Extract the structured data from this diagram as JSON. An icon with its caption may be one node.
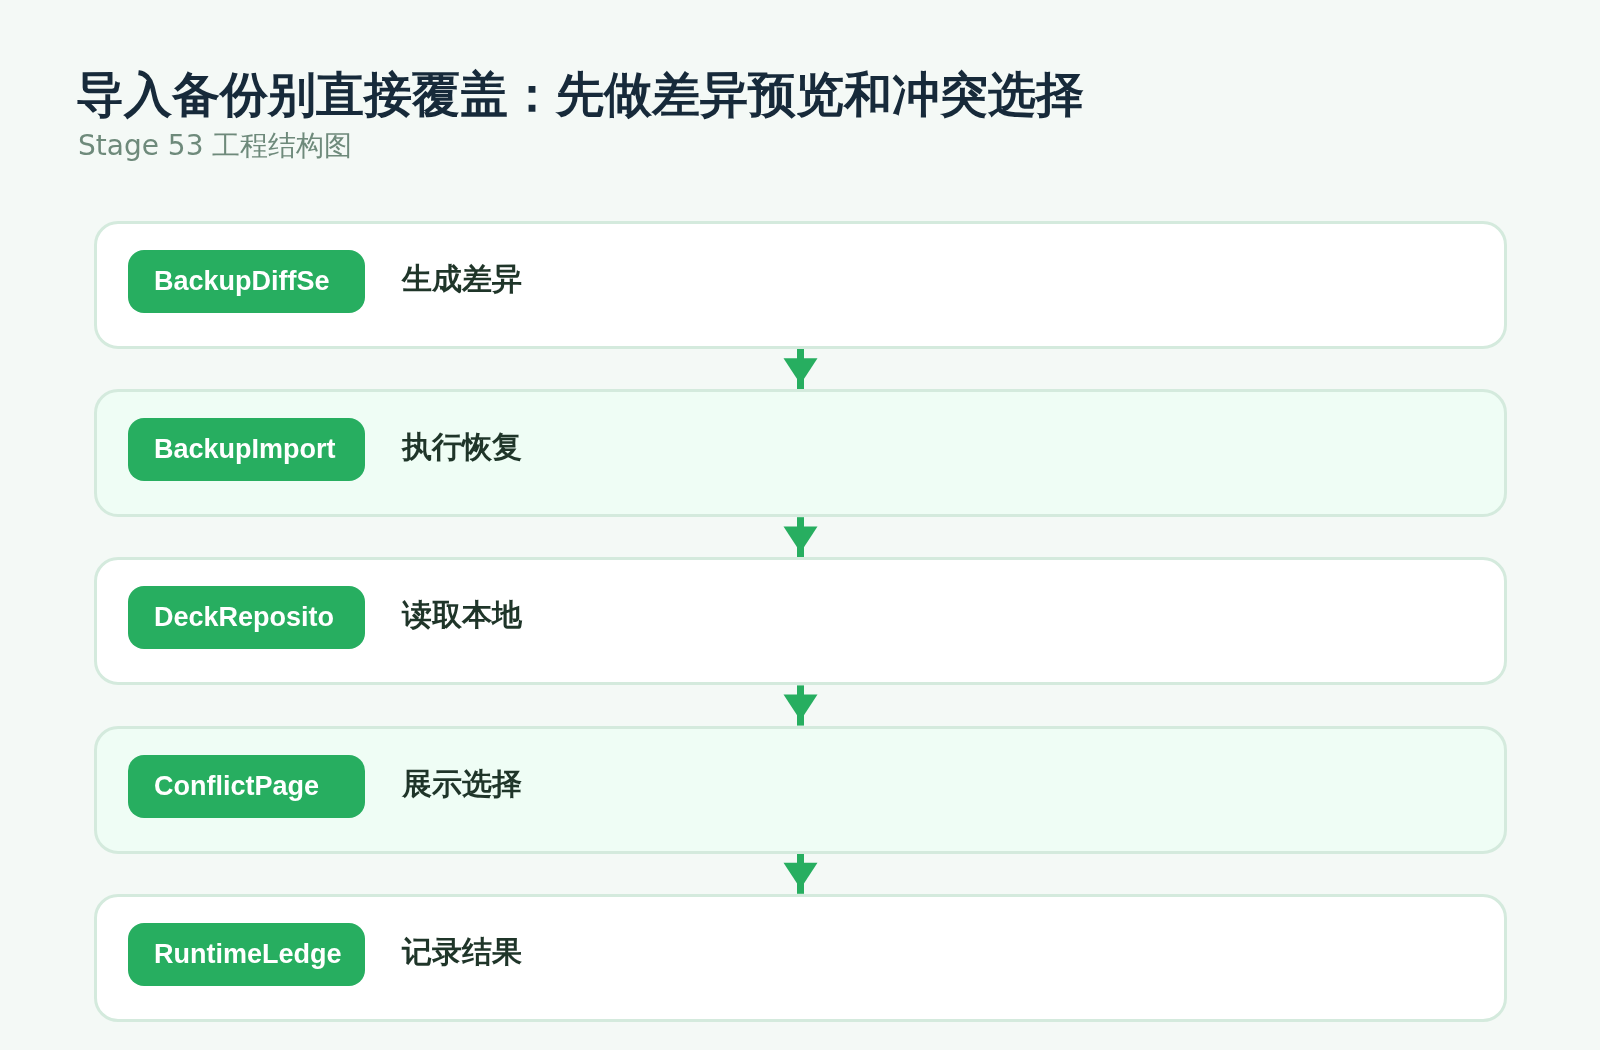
{
  "diagram": {
    "title": "导入备份别直接覆盖：先做差异预览和冲突选择",
    "nodes": [
      {
        "text": [
          "生成差异"
        ]
      },
      {
        "text": [
          "BackupDiffSe"
        ],
        "in": 0
      },
      {
        "text": [
          "执行恢复"
        ]
      },
      {
        "text": [
          "BackupImport"
        ],
        "in": 2
      },
      {
        "text": [
          "读取本地"
        ]
      },
      {
        "text": [
          "DeckReposito"
        ],
        "in": 4
      },
      {
        "text": [
          "展示选择"
        ]
      },
      {
        "text": [
          "ConflictPage"
        ],
        "in": 6
      },
      {
        "text": [
          "记录结果"
        ]
      },
      {
        "text": [
          "RuntimeLedge"
        ],
        "in": 8
      }
    ],
    "edges": [
      {
        "from": 0,
        "to": 2,
        "arrow": "to"
      },
      {
        "from": 2,
        "to": 4,
        "arrow": "to"
      },
      {
        "from": 4,
        "to": 6,
        "arrow": "to"
      },
      {
        "from": 6,
        "to": 8,
        "arrow": "to"
      }
    ],
    "labels": [
      "Stage 53 工程结构图"
    ]
  }
}
